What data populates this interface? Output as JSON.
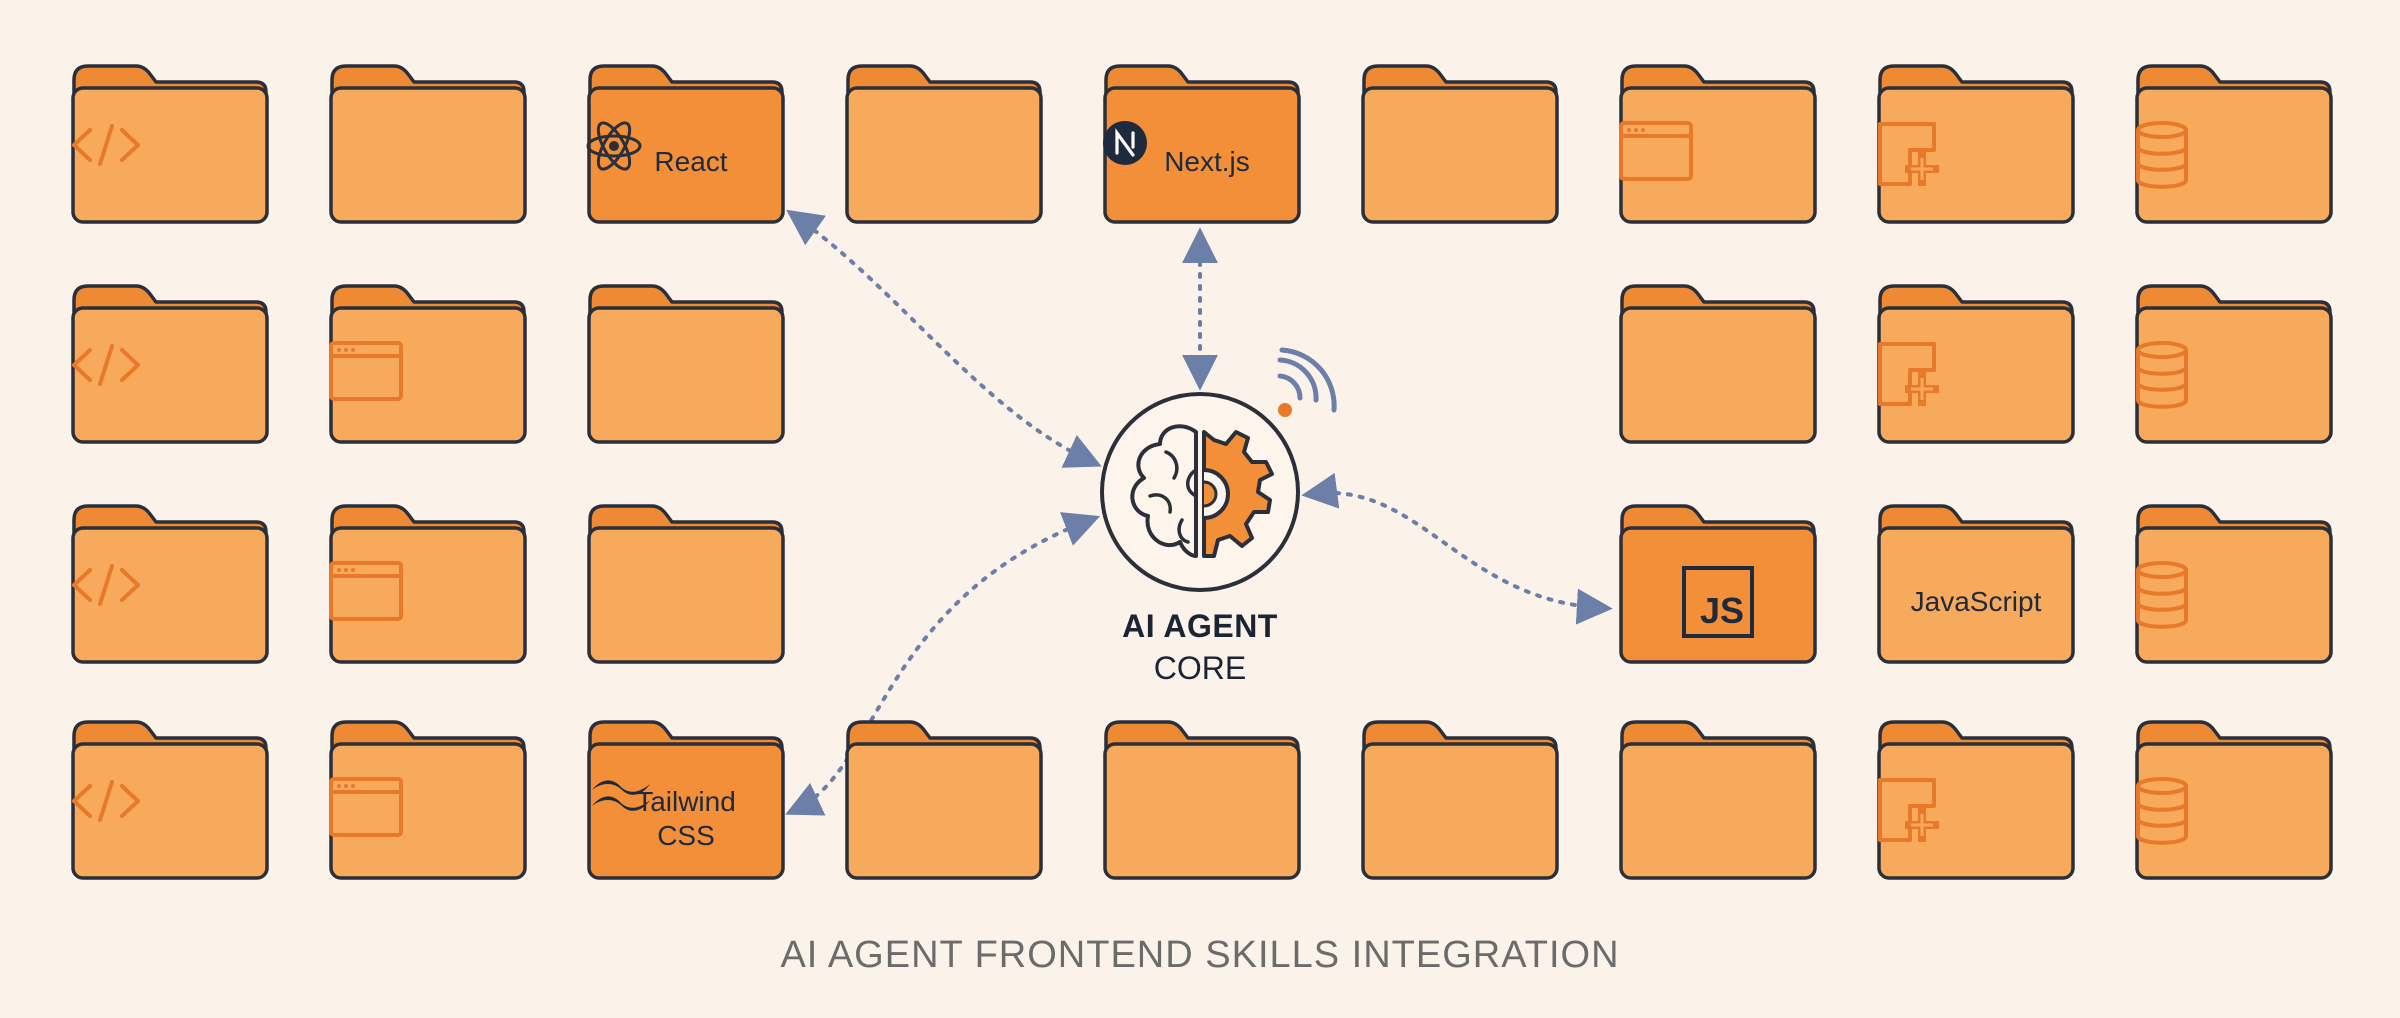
{
  "caption": "AI AGENT FRONTEND SKILLS INTEGRATION",
  "core": {
    "title": "AI AGENT",
    "subtitle": "CORE",
    "icon": "brain-gear-icon"
  },
  "colors": {
    "background": "#fbf3ea",
    "folder": "#f7a95c",
    "folder_highlight": "#f28f38",
    "folder_tab": "#ee8a33",
    "outline": "#2a2f3a",
    "icon_stroke": "#e8782a",
    "connector": "#6b7fa8",
    "core_fill": "#fdf5ec"
  },
  "grid": {
    "rows": [
      [
        "code-icon",
        "",
        "react",
        "",
        "nextjs",
        "",
        "browser-window-icon",
        "document-plus-icon",
        "database-icon"
      ],
      [
        "code-icon",
        "browser-window-icon",
        "",
        null,
        null,
        null,
        "",
        "document-plus-icon",
        "database-icon"
      ],
      [
        "code-icon",
        "browser-window-icon",
        "",
        null,
        null,
        null,
        "js",
        "javascript",
        "database-icon"
      ],
      [
        "code-icon",
        "browser-window-icon",
        "tailwind",
        "",
        "",
        "",
        "",
        "document-plus-icon",
        "database-icon"
      ]
    ]
  },
  "labeled": {
    "react": {
      "text": "React",
      "icon": "react-icon"
    },
    "nextjs": {
      "text": "Next.js",
      "icon": "nextjs-icon"
    },
    "js": {
      "text": "JS",
      "icon": "js-badge-icon"
    },
    "javascript": {
      "text": "JavaScript"
    },
    "tailwind": {
      "line1": "Tailwind",
      "line2": "CSS",
      "icon": "tailwind-icon"
    }
  },
  "connections": [
    "react",
    "nextjs",
    "tailwind",
    "js"
  ]
}
